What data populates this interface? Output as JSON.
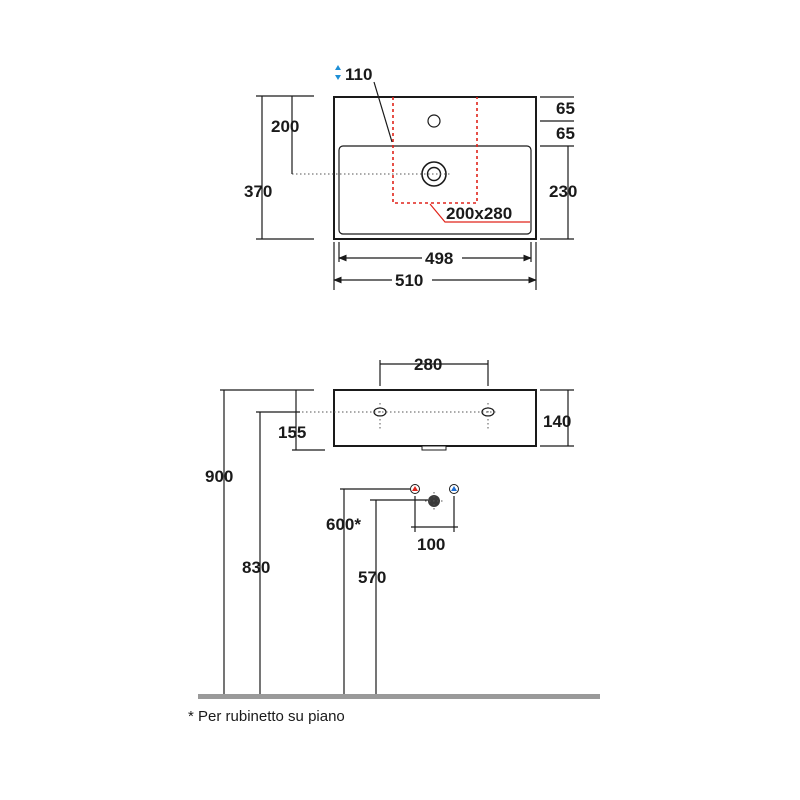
{
  "plan_view": {
    "tap_hole_depth": "110",
    "tap_hole_depth_color": "#1e8fd6",
    "overall_depth": "370",
    "drain_offset": "200",
    "rim_top": "65",
    "rim_gap": "65",
    "bowl_depth": "230",
    "inner_width": "498",
    "overall_width": "510",
    "clearance_zone": "200x280",
    "clearance_zone_color": "#e0241b"
  },
  "front_view": {
    "fixing_spacing": "280",
    "basin_height": "140",
    "fixing_height_offset": "155",
    "top_height": "900",
    "fixing_height": "830",
    "supply_height": "600*",
    "waste_height": "570",
    "supply_spacing": "100",
    "hot_supply_color": "#e0241b",
    "cold_supply_color": "#1e6fd6"
  },
  "floor_color": "#9a9a9a",
  "footnote": "* Per rubinetto su piano"
}
